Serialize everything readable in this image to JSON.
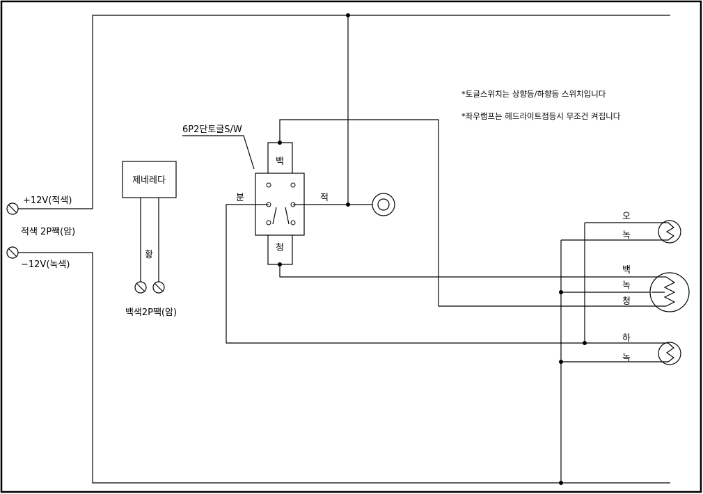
{
  "notes": {
    "toggle_note": "*토글스위치는 상향등/하향등 스위치입니다",
    "lamp_note": "*좌우램프는 헤드라이트점등시 무조건 켜집니다"
  },
  "power": {
    "plus_label": "+12V(적색)",
    "connector_label": "적색 2P짹(암)",
    "minus_label": "−12V(녹색)"
  },
  "generator": {
    "label": "제네레다",
    "wire_label": "황",
    "connector_label": "백색2P짹(암)"
  },
  "toggle_switch": {
    "label": "6P2단토글S/W",
    "top_wire": "백",
    "bottom_wire": "청",
    "left_wire": "분",
    "right_wire": "적"
  },
  "lamps": {
    "upper": {
      "wires": [
        "오",
        "녹"
      ]
    },
    "headlight": {
      "wires": [
        "백",
        "녹",
        "청"
      ]
    },
    "lower": {
      "wires": [
        "하",
        "녹"
      ]
    }
  }
}
